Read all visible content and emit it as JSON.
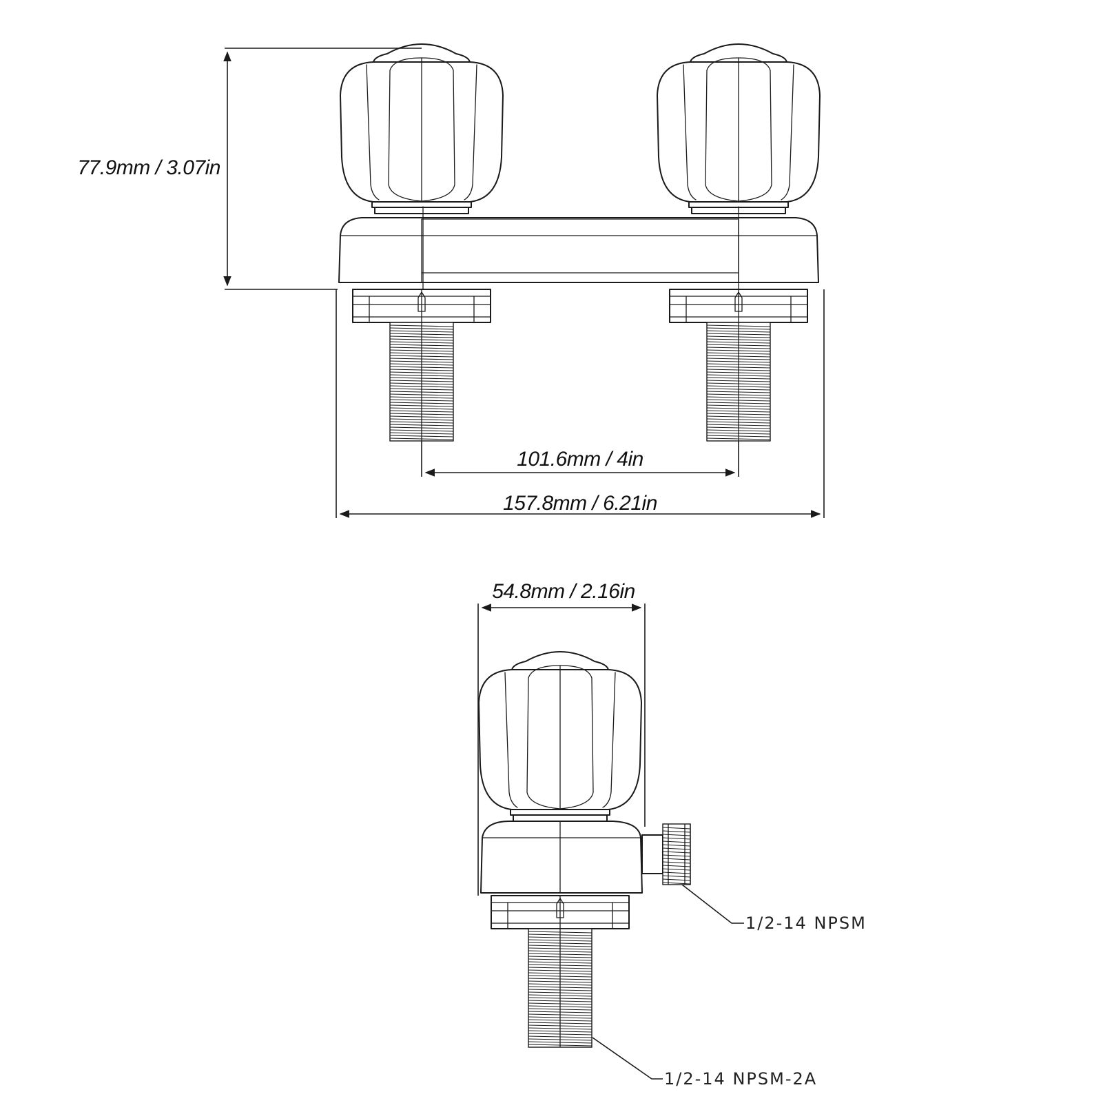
{
  "dimensions": {
    "height": "77.9mm / 3.07in",
    "center_spacing": "101.6mm / 4in",
    "overall_width": "157.8mm / 6.21in",
    "side_width": "54.8mm / 2.16in"
  },
  "callouts": {
    "outlet_thread": "1/2-14 NPSM",
    "shank_thread": "1/2-14 NPSM-2A"
  }
}
